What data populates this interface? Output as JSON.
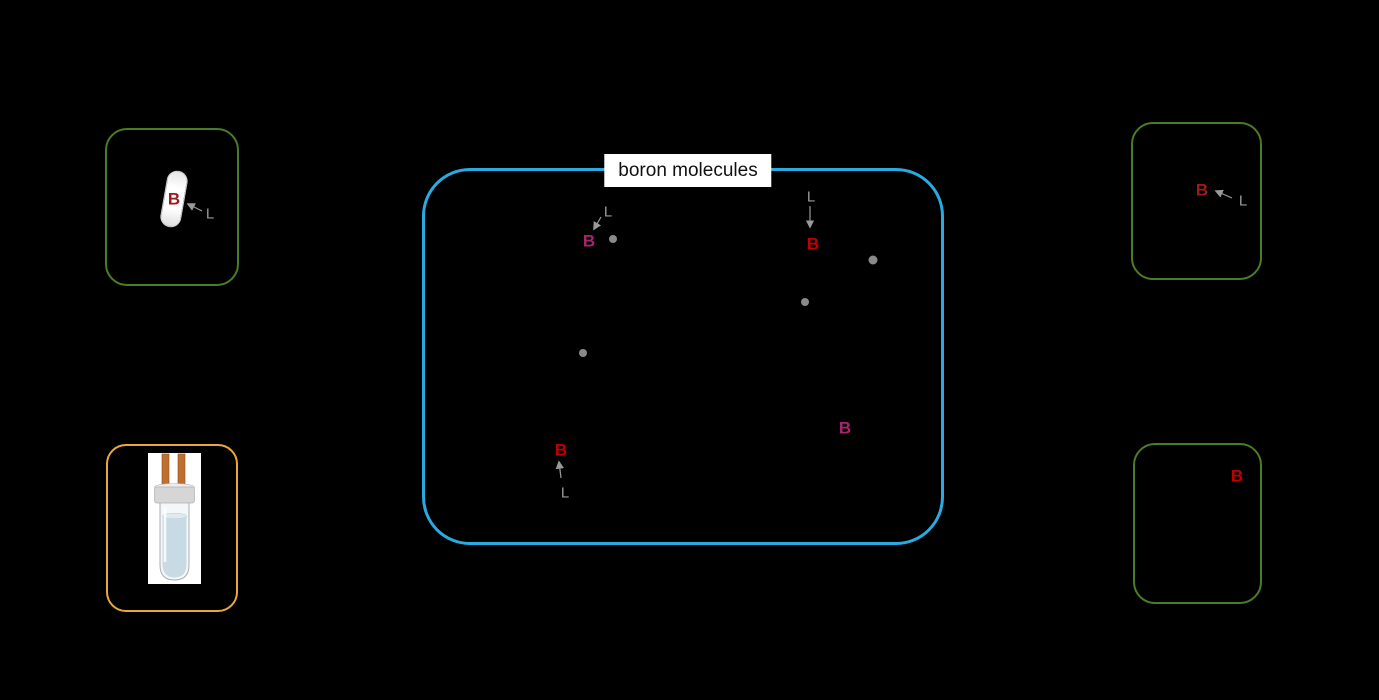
{
  "colors": {
    "background": "#000000",
    "green_border": "#4b7d24",
    "orange_border": "#eaa83c",
    "blue_border": "#29abe2",
    "title_bg": "#ffffff",
    "title_text": "#111111",
    "b_dark_red": "#9e1b1b",
    "b_red": "#c00000",
    "b_magenta": "#a8246c",
    "l_gray": "#9a9a9a",
    "dot_gray": "#8a8a8a",
    "arrow_gray": "#999999",
    "capsule_fill": "#ffffff",
    "tube_panel_bg": "#ffffff"
  },
  "capsule_box": {
    "b_label": "B",
    "l_label": "L"
  },
  "center_box": {
    "title": "boron molecules",
    "molecule_top_left": {
      "b_label": "B",
      "l_label": "L"
    },
    "molecule_top_right": {
      "b_label": "B",
      "l_label": "L"
    },
    "molecule_bottom_left": {
      "b_label": "B",
      "l_label": "L"
    },
    "lone_b": {
      "b_label": "B"
    }
  },
  "top_right_box": {
    "b_label": "B",
    "l_label": "L"
  },
  "bottom_right_box": {
    "b_label": "B"
  }
}
